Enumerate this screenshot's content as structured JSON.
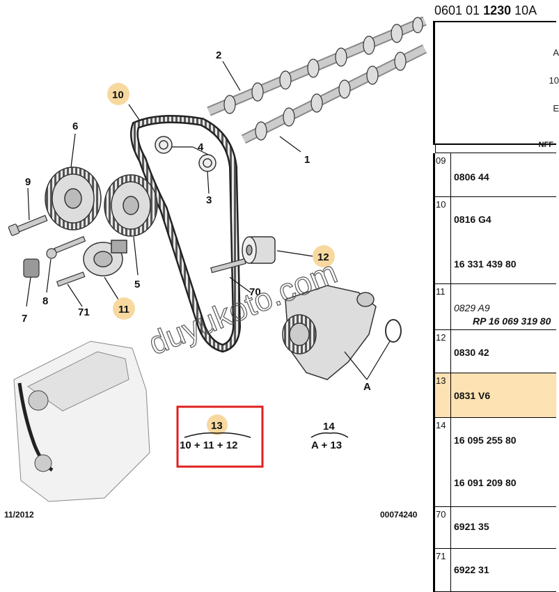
{
  "diagram": {
    "callouts": [
      "1",
      "2",
      "3",
      "4",
      "5",
      "6",
      "7",
      "8",
      "9",
      "10",
      "11",
      "12",
      "13",
      "14",
      "70",
      "71",
      "A"
    ],
    "combo_13": {
      "number": "13",
      "formula": "10 + 11 + 12"
    },
    "combo_14": {
      "number": "14",
      "formula": "A + 13"
    },
    "watermark": "duyukoto.com",
    "date": "11/2012",
    "figure_id": "00074240",
    "highlight_color": "#f7d9a0",
    "box_color": "#e02020"
  },
  "panel": {
    "header_prefix": "0601 01 ",
    "header_bold": "1230",
    "header_suffix": " 10A",
    "info": [
      "A",
      "10",
      "E"
    ],
    "col_label": "NFF",
    "rows": [
      {
        "num": "09",
        "refs": [
          "0806 44"
        ]
      },
      {
        "num": "10",
        "refs": [
          "0816 G4",
          "16 331 439 80"
        ]
      },
      {
        "num": "11",
        "refs": [
          "0829 A9",
          "RP 16 069 319 80"
        ]
      },
      {
        "num": "12",
        "refs": [
          "0830 42"
        ]
      },
      {
        "num": "13",
        "refs": [
          "0831 V6"
        ]
      },
      {
        "num": "14",
        "refs": [
          "16 095 255 80",
          "16 091 209 80"
        ]
      },
      {
        "num": "70",
        "refs": [
          "6921 35"
        ]
      },
      {
        "num": "71",
        "refs": [
          "6922 31"
        ]
      }
    ]
  }
}
